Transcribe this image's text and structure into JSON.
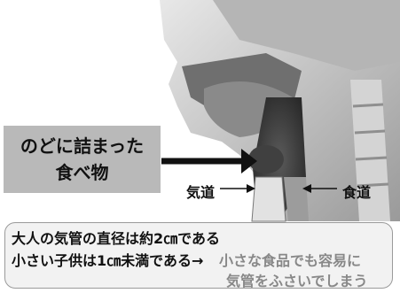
{
  "figure": {
    "callout": {
      "line1": "のどに詰まった",
      "line2": "食べ物"
    },
    "labels": {
      "trachea": "気道",
      "esophagus": "食道"
    },
    "info": {
      "line1": "大人の気管の直径は約2㎝である",
      "line2a": "小さい子供は1㎝未満である→",
      "line2b": "小さな食品でも容易に",
      "line3": "気管をふさいでしまう"
    },
    "colors": {
      "callout_bg": "#b9b9b9",
      "highlight_text": "#888888",
      "info_bg": "#f2f2f2"
    }
  }
}
